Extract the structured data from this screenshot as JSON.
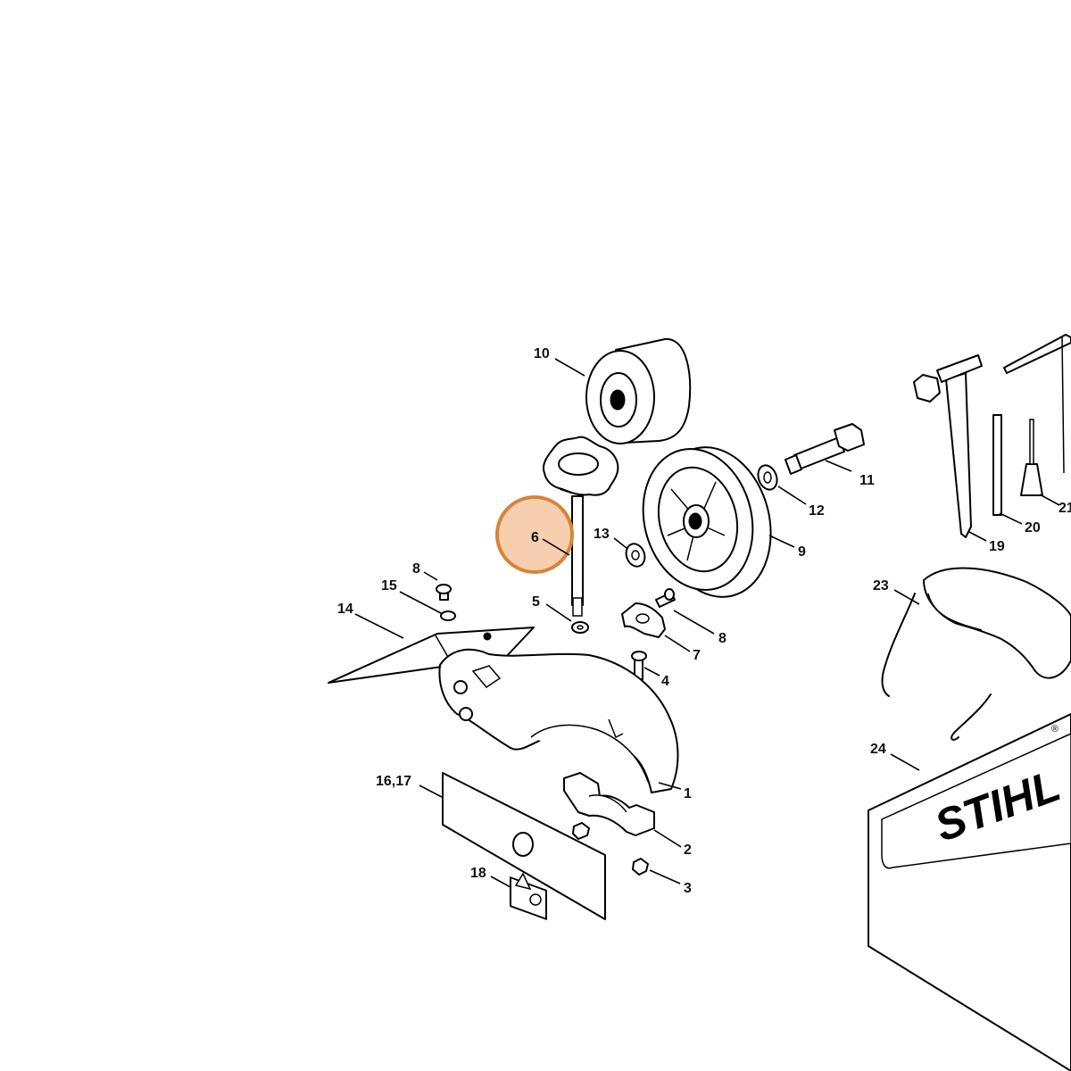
{
  "diagram": {
    "brand_text": "STIHL",
    "registered_mark": "®",
    "highlight": {
      "callout": "6",
      "fill_color": "#f6cfb0",
      "stroke_color": "#d7843a"
    },
    "callouts": {
      "c1": "1",
      "c2": "2",
      "c3": "3",
      "c4": "4",
      "c5": "5",
      "c6": "6",
      "c7": "7",
      "c8a": "8",
      "c8b": "8",
      "c9": "9",
      "c10": "10",
      "c11": "11",
      "c12": "12",
      "c13": "13",
      "c14": "14",
      "c15": "15",
      "c16_17": "16,17",
      "c18": "18",
      "c19": "19",
      "c20": "20",
      "c21": "21",
      "c23": "23",
      "c24": "24"
    }
  }
}
